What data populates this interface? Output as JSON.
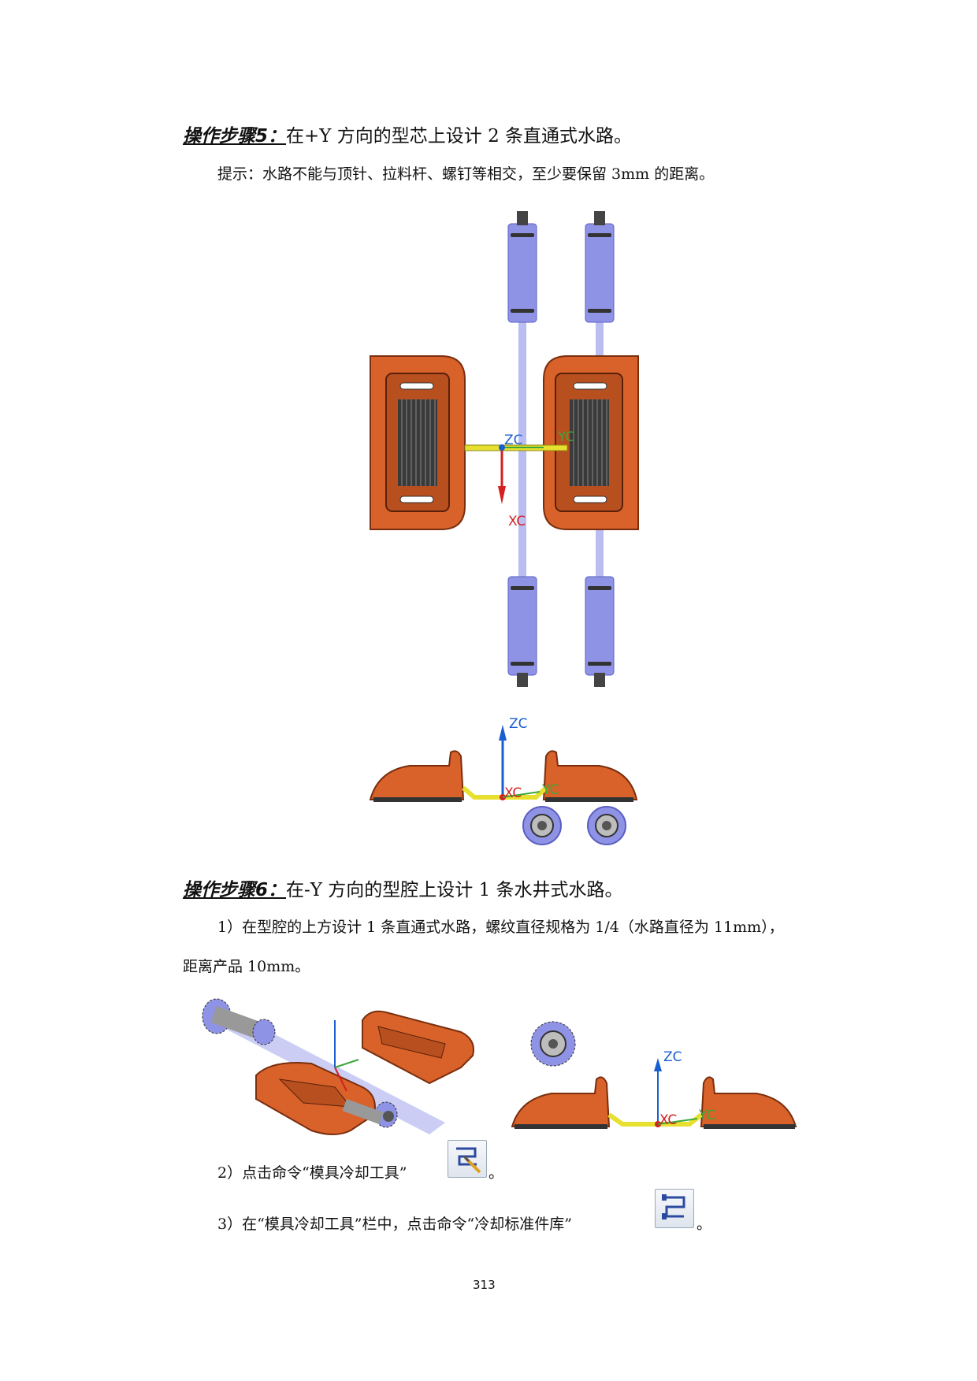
{
  "step5": {
    "label": "操作步骤5：",
    "text": "在+Y 方向的型芯上设计 2 条直通式水路。",
    "hint": "提示：水路不能与顶针、拉料杆、螺钉等相交，至少要保留 3mm 的距离。"
  },
  "fig1": {
    "zc": "ZC",
    "yc": "YC",
    "xc": "XC"
  },
  "fig2": {
    "zc": "ZC",
    "yc": "YC",
    "xc": "XC"
  },
  "step6": {
    "label": "操作步骤6：",
    "text": "在-Y 方向的型腔上设计 1 条水井式水路。",
    "item1_line1": "1）在型腔的上方设计 1 条直通式水路，螺纹直径规格为 1/4（水路直径为 11mm），",
    "item1_line2": "距离产品 10mm。",
    "item2": "2）点击命令“模具冷却工具”",
    "item2_end": "。",
    "item3": "3）在“模具冷却工具”栏中，点击命令“冷却标准件库”",
    "item3_end": "。"
  },
  "fig3": {
    "zc": "ZC",
    "yc": "YC",
    "xc": "XC"
  },
  "icons": {
    "cooling_tool": "mold-cooling-tool-icon",
    "cooling_library": "cooling-standard-library-icon"
  },
  "colors": {
    "part": "#d8622a",
    "part_dark": "#9a3c14",
    "pipe": "#9b9fea",
    "axis_z": "#1a5fd0",
    "axis_x": "#d42020",
    "axis_y": "#3ba83b"
  },
  "page_number": "313"
}
